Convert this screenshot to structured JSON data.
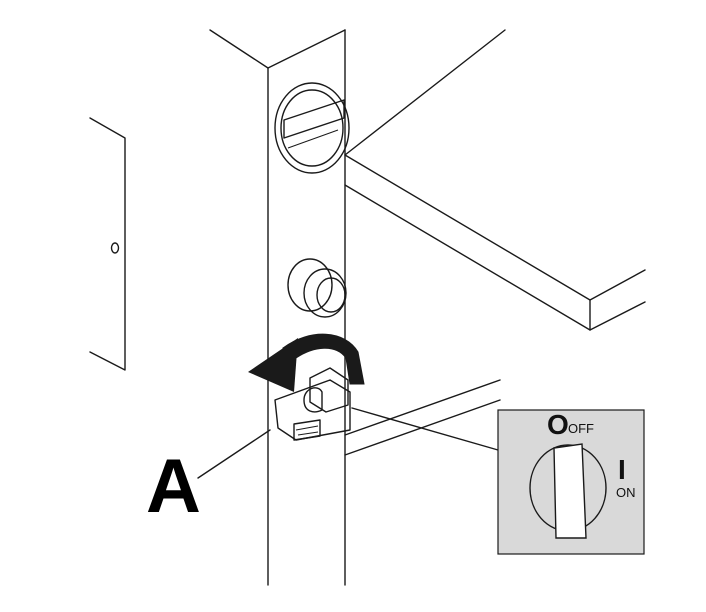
{
  "callout": {
    "label": "A"
  },
  "switch_panel": {
    "off_symbol": "O",
    "off_label": "OFF",
    "on_symbol": "I",
    "on_label": "ON",
    "background_color": "#d9d9d9"
  },
  "icons": [
    "rotate-arrow-icon",
    "rotary-switch-knob-icon"
  ],
  "colors": {
    "line": "#1a1a1a",
    "arrow": "#1a1a1a",
    "panel": "#d9d9d9"
  }
}
